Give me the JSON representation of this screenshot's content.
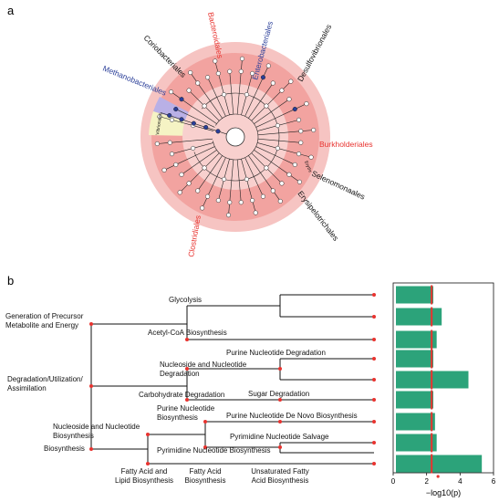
{
  "panel_a": {
    "label": "a",
    "clades": [
      {
        "text": "Bacteroidales",
        "color": "#e8332f"
      },
      {
        "text": "Enterobacteriales",
        "color": "#2b3f99"
      },
      {
        "text": "Coriobacteriales",
        "color": "#111111"
      },
      {
        "text": "Desulfovibrionales",
        "color": "#111111"
      },
      {
        "text": "Methanobacteriales",
        "color": "#2b3f99"
      },
      {
        "text": "Vibrionales",
        "color": "#111111"
      },
      {
        "text": "Burkholderiales",
        "color": "#e8332f"
      },
      {
        "text": "Erythr",
        "color": "#111111"
      },
      {
        "text": "Selenomonaales",
        "color": "#111111"
      },
      {
        "text": "Erysipelotrichales",
        "color": "#111111"
      },
      {
        "text": "Clostridiales",
        "color": "#e8332f"
      }
    ]
  },
  "panel_b": {
    "label": "b",
    "tree_labels": [
      "Glycolysis",
      "Generation of Precursor\nMetabolite and Energy",
      "Acetyl-CoA Biosynthesis",
      "Purine Nucleotide Degradation",
      "Nucleoside and Nucleotide\nDegradation",
      "Degradation/Utilization/\nAssimilation",
      "Carbohydrate Degradation",
      "Sugar Degradation",
      "Purine Nucleotide\nBiosynthesis",
      "Purine Nucleotide De Novo Biosynthesis",
      "Nucleoside and Nucleotide\nBiosynthesis",
      "Pyrimidine Nucleotide Salvage",
      "Biosynthesis",
      "Pyrimidine Nucleotide Biosynthesis",
      "Fatty Acid and\nLipid Biosynthesis",
      "Fatty Acid\nBiosynthesis",
      "Unsaturated Fatty\nAcid Biosynthesis"
    ]
  },
  "colors": {
    "bar": "#2ca37a",
    "threshold": "#e8332f",
    "node": "#e8332f"
  },
  "chart_data": {
    "type": "bar",
    "orientation": "horizontal",
    "xlabel": "−log10(p)",
    "xticks": [
      "0",
      "2",
      "4",
      "6"
    ],
    "xlim": [
      0,
      6
    ],
    "threshold": 2.3,
    "values": [
      2.4,
      2.9,
      2.6,
      2.4,
      4.5,
      2.4,
      2.5,
      2.6,
      5.3
    ]
  }
}
